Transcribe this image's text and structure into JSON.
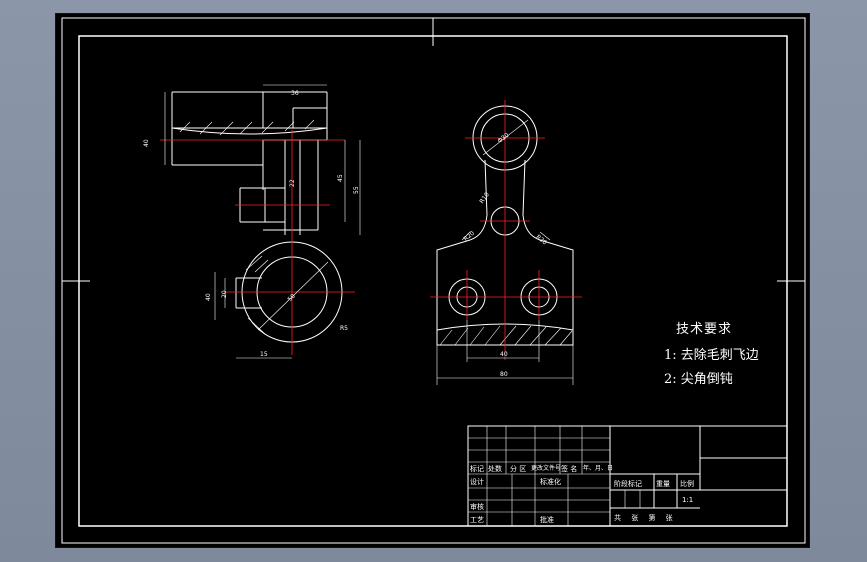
{
  "technical_requirements": {
    "title": "技术要求",
    "items": [
      "1: 去除毛刺飞边",
      "2: 尖角倒钝"
    ]
  },
  "title_block": {
    "row_labels": [
      "标记",
      "处数",
      "分 区",
      "更改文件号",
      "签 名",
      "年、月、日"
    ],
    "designer": "设计",
    "standardization": "标准化",
    "review": "审核",
    "process": "工艺",
    "approval": "批准",
    "stage_mark": "阶段标记",
    "weight": "重量",
    "scale": "比例",
    "scale_value": "1:1",
    "sheets": "共 张 第 张"
  },
  "colors": {
    "background": "#8b96a8",
    "drawing_area": "#000000",
    "line": "#ffffff",
    "center_line": "#ff2020"
  }
}
